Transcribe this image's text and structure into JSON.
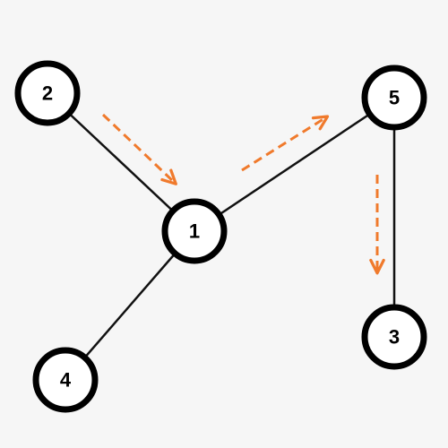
{
  "colors": {
    "background": "#f6f6f6",
    "edge": "#111111",
    "node_fill": "#ffffff",
    "node_stroke": "#000000",
    "arrow": "#f07a2c"
  },
  "nodes": [
    {
      "id": "1",
      "label": "1"
    },
    {
      "id": "2",
      "label": "2"
    },
    {
      "id": "3",
      "label": "3"
    },
    {
      "id": "4",
      "label": "4"
    },
    {
      "id": "5",
      "label": "5"
    }
  ],
  "edges": [
    {
      "from": "2",
      "to": "1"
    },
    {
      "from": "1",
      "to": "5"
    },
    {
      "from": "1",
      "to": "4"
    },
    {
      "from": "5",
      "to": "3"
    }
  ],
  "traversal_arrows": [
    {
      "from": "2",
      "to": "1"
    },
    {
      "from": "1",
      "to": "5"
    },
    {
      "from": "5",
      "to": "3"
    }
  ]
}
